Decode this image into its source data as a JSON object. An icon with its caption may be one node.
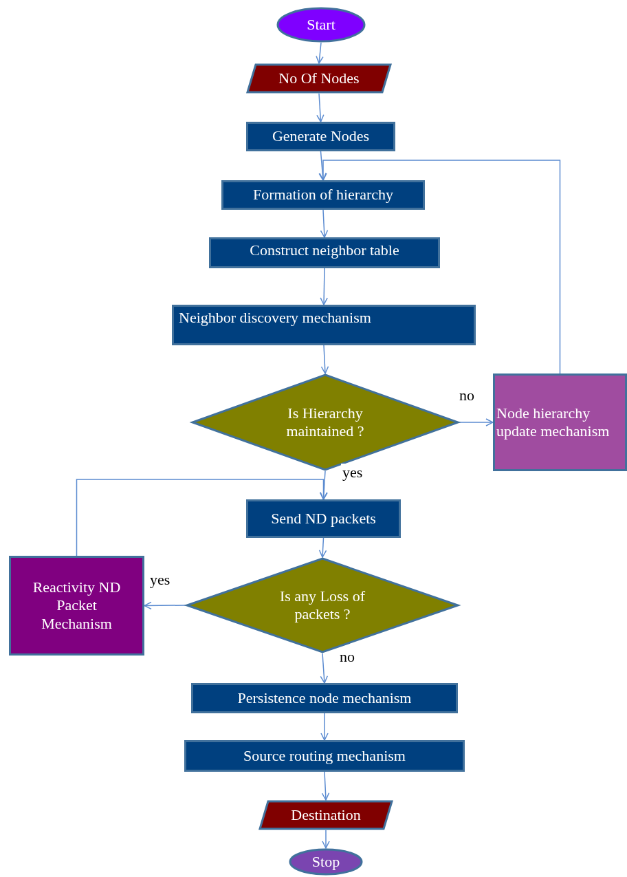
{
  "diagram": {
    "nodes": [
      {
        "text": [
          "Start"
        ]
      },
      {
        "text": [
          "No Of Nodes"
        ]
      },
      {
        "text": [
          "Generate Nodes"
        ]
      },
      {
        "text": [
          "Formation of hierarchy"
        ]
      },
      {
        "text": [
          "Construct neighbor table"
        ]
      },
      {
        "text": [
          "Neighbor discovery mechanism"
        ]
      },
      {
        "text": [
          "Is Hierarchy maintained ?"
        ]
      },
      {
        "text": [
          "Node hierarchy update mechanism"
        ]
      },
      {
        "text": [
          "Send ND packets"
        ]
      },
      {
        "text": [
          "Is any Loss of packets ?"
        ]
      },
      {
        "text": [
          "Reactivity ND Packet Mechanism"
        ]
      },
      {
        "text": [
          "Persistence node mechanism"
        ]
      },
      {
        "text": [
          "Source routing mechanism"
        ]
      },
      {
        "text": [
          "Destination"
        ]
      },
      {
        "text": [
          "Stop"
        ]
      }
    ],
    "edges": [
      {
        "from": 0,
        "to": 1,
        "arrow": "to"
      },
      {
        "from": 1,
        "to": 2,
        "arrow": "to"
      },
      {
        "from": 2,
        "to": 3,
        "arrow": "to"
      },
      {
        "from": 3,
        "to": 4,
        "arrow": "to"
      },
      {
        "from": 4,
        "to": 5,
        "arrow": "to"
      },
      {
        "from": 5,
        "to": 6,
        "arrow": "to"
      },
      {
        "from": 6,
        "to": 7,
        "arrow": "to",
        "label": "no"
      },
      {
        "from": 7,
        "to": 3,
        "arrow": "to"
      },
      {
        "from": 6,
        "to": 8,
        "arrow": "to",
        "label": "yes"
      },
      {
        "from": 8,
        "to": 9,
        "arrow": "to"
      },
      {
        "from": 9,
        "to": 10,
        "arrow": "to",
        "label": "yes"
      },
      {
        "from": 10,
        "to": 8,
        "arrow": "to"
      },
      {
        "from": 9,
        "to": 11,
        "arrow": "to",
        "label": "no"
      },
      {
        "from": 11,
        "to": 12,
        "arrow": "to"
      },
      {
        "from": 12,
        "to": 13,
        "arrow": "to"
      },
      {
        "from": 13,
        "to": 14,
        "arrow": "to"
      }
    ]
  }
}
